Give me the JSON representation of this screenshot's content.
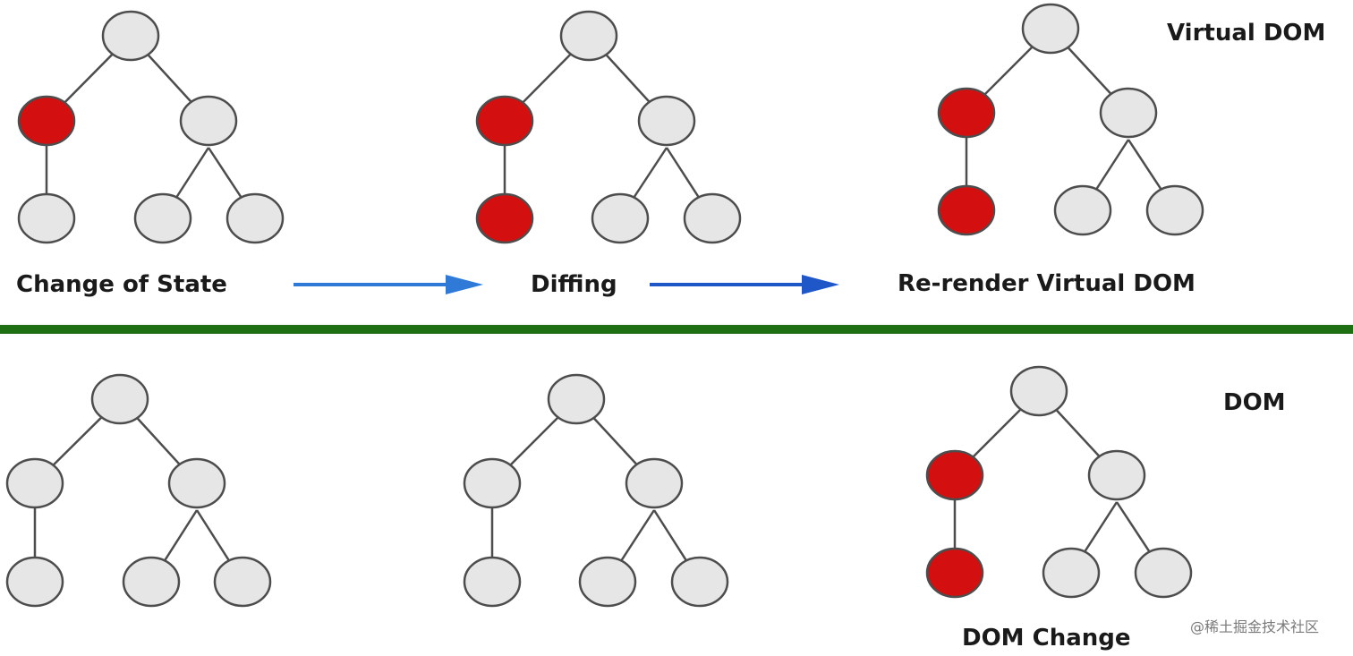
{
  "labels": {
    "virtual_dom": "Virtual DOM",
    "dom": "DOM",
    "change_of_state": "Change of State",
    "diffing": "Diffing",
    "rerender_virtual_dom": "Re-render Virtual DOM",
    "dom_change": "DOM Change"
  },
  "watermark": "@稀土掘金技术社区",
  "colors": {
    "node_default": "#e6e6e6",
    "node_changed": "#d30f0f",
    "node_stroke": "#4d4d4d",
    "edge": "#4d4d4d",
    "divider": "#1f6e14",
    "arrow": "#2f6fd0"
  },
  "trees": [
    {
      "name": "virtual-dom-change-of-state",
      "changed": [
        "left"
      ]
    },
    {
      "name": "virtual-dom-diffing",
      "changed": [
        "left",
        "left-leaf"
      ]
    },
    {
      "name": "virtual-dom-rerender",
      "changed": [
        "left",
        "left-leaf"
      ]
    },
    {
      "name": "dom-before-1",
      "changed": []
    },
    {
      "name": "dom-before-2",
      "changed": []
    },
    {
      "name": "dom-after-change",
      "changed": [
        "left",
        "left-leaf"
      ]
    }
  ]
}
